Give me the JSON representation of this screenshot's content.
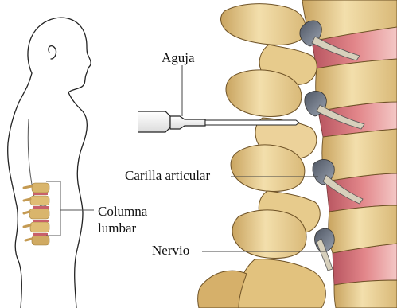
{
  "labels": {
    "needle": "Aguja",
    "facet": "Carilla articular",
    "lumbar_line1": "Columna",
    "lumbar_line2": "lumbar",
    "nerve": "Nervio"
  },
  "colors": {
    "background": "#ffffff",
    "bone": "#ecd49a",
    "bone_shadow": "#b9924a",
    "bone_dark": "#8a6a30",
    "disc": "#d8747a",
    "disc_light": "#f3c9c7",
    "nerve": "#cfc8b4",
    "joint_gray": "#6f7785",
    "outline": "#333333"
  }
}
